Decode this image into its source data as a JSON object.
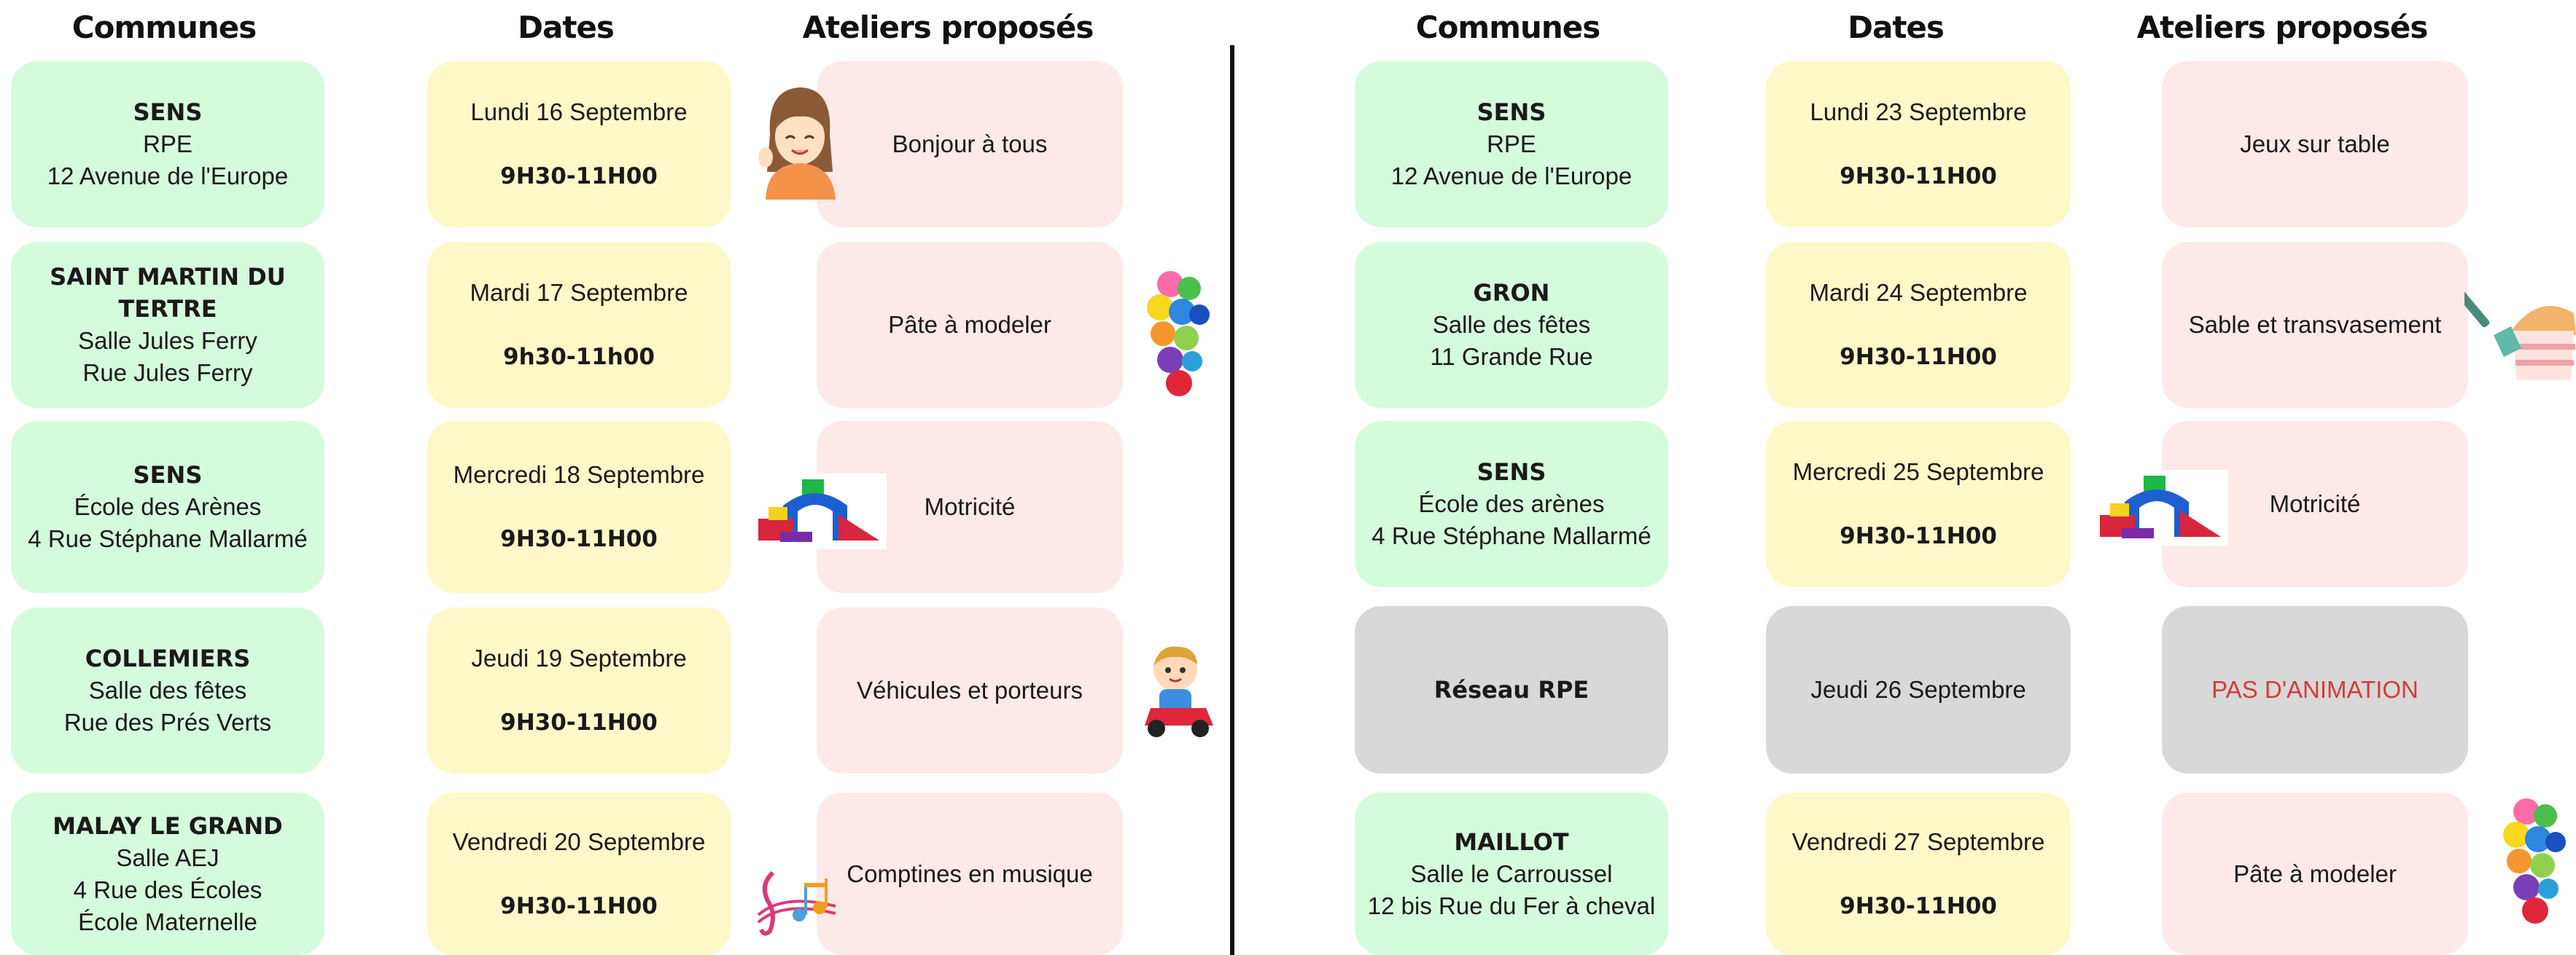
{
  "headers": {
    "left": {
      "communes": "Communes",
      "dates": "Dates",
      "ateliers": "Ateliers proposés"
    },
    "right": {
      "communes": "Communes",
      "dates": "Dates",
      "ateliers": "Ateliers proposés"
    }
  },
  "left_rows": [
    {
      "commune_name": "SENS",
      "commune_line2": "RPE",
      "commune_line3": "12 Avenue de l'Europe",
      "commune_line4": "",
      "date": "Lundi 16 Septembre",
      "time": "9H30-11H00",
      "atelier": "Bonjour à tous",
      "image": "waving-girl-icon"
    },
    {
      "commune_name": "SAINT MARTIN DU TERTRE",
      "commune_line2": "Salle Jules Ferry",
      "commune_line3": "Rue Jules Ferry",
      "commune_line4": "",
      "date": "Mardi 17 Septembre",
      "time": "9h30-11h00",
      "atelier": "Pâte à modeler",
      "image": "modeling-clay-icon"
    },
    {
      "commune_name": "SENS",
      "commune_line2": "École des Arènes",
      "commune_line3": "4 Rue Stéphane Mallarmé",
      "commune_line4": "",
      "date": "Mercredi 18 Septembre",
      "time": "9H30-11H00",
      "atelier": "Motricité",
      "image": "motor-play-blocks-icon"
    },
    {
      "commune_name": "COLLEMIERS",
      "commune_line2": "Salle des fêtes",
      "commune_line3": "Rue des Prés Verts",
      "commune_line4": "",
      "date": "Jeudi 19 Septembre",
      "time": "9H30-11H00",
      "atelier": "Véhicules et porteurs",
      "image": "baby-car-icon"
    },
    {
      "commune_name": "MALAY LE GRAND",
      "commune_line2": "Salle AEJ",
      "commune_line3": "4 Rue des Écoles",
      "commune_line4": "École Maternelle",
      "date": "Vendredi 20 Septembre",
      "time": "9H30-11H00",
      "atelier": "Comptines en musique",
      "image": "music-notes-icon"
    }
  ],
  "right_rows": [
    {
      "commune_name": "SENS",
      "commune_line2": "RPE",
      "commune_line3": "12 Avenue de l'Europe",
      "date": "Lundi 23 Septembre",
      "time": "9H30-11H00",
      "atelier": "Jeux sur table",
      "image": ""
    },
    {
      "commune_name": "GRON",
      "commune_line2": "Salle des fêtes",
      "commune_line3": "11 Grande Rue",
      "date": "Mardi 24 Septembre",
      "time": "9H30-11H00",
      "atelier": "Sable et transvasement",
      "image": "sand-bucket-icon"
    },
    {
      "commune_name": "SENS",
      "commune_line2": "École des arènes",
      "commune_line3": "4 Rue Stéphane Mallarmé",
      "date": "Mercredi 25 Septembre",
      "time": "9H30-11H00",
      "atelier": "Motricité",
      "image": "motor-play-blocks-icon"
    },
    {
      "commune_name": "Réseau RPE",
      "commune_line2": "",
      "commune_line3": "",
      "date": "Jeudi 26 Septembre",
      "time": "",
      "atelier": "PAS D'ANIMATION",
      "image": ""
    },
    {
      "commune_name": "MAILLOT",
      "commune_line2": "Salle le Carroussel",
      "commune_line3": "12 bis Rue du Fer à cheval",
      "date": "Vendredi 27 Septembre",
      "time": "9H30-11H00",
      "atelier": "Pâte à modeler",
      "image": "modeling-clay-icon"
    }
  ],
  "colors": {
    "commune": "#d5fbdd",
    "date": "#fdf8c8",
    "atelier": "#fde9e8",
    "cancelled": "#d8d8d8",
    "cancelled_text": "#d73a3a"
  }
}
